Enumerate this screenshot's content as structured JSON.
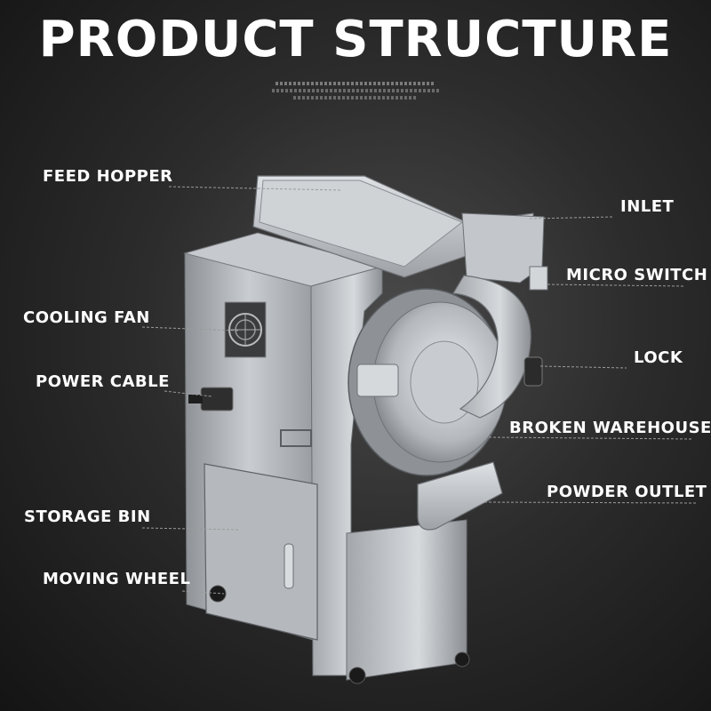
{
  "title": "PRODUCT STRUCTURE",
  "labels": {
    "feed_hopper": "FEED HOPPER",
    "cooling_fan": "COOLING FAN",
    "power_cable": "POWER CABLE",
    "storage_bin": "STORAGE BIN",
    "moving_wheel": "MOVING WHEEL",
    "inlet": "INLET",
    "micro_switch": "MICRO SWITCH",
    "lock": "LOCK",
    "broken_warehouse": "BROKEN WAREHOUSE",
    "powder_outlet": "POWDER OUTLET"
  },
  "colors": {
    "background": "#2c2c2c",
    "text": "#ffffff",
    "leader_line": "#9a9a9a",
    "steel": "#b8bcc0"
  }
}
